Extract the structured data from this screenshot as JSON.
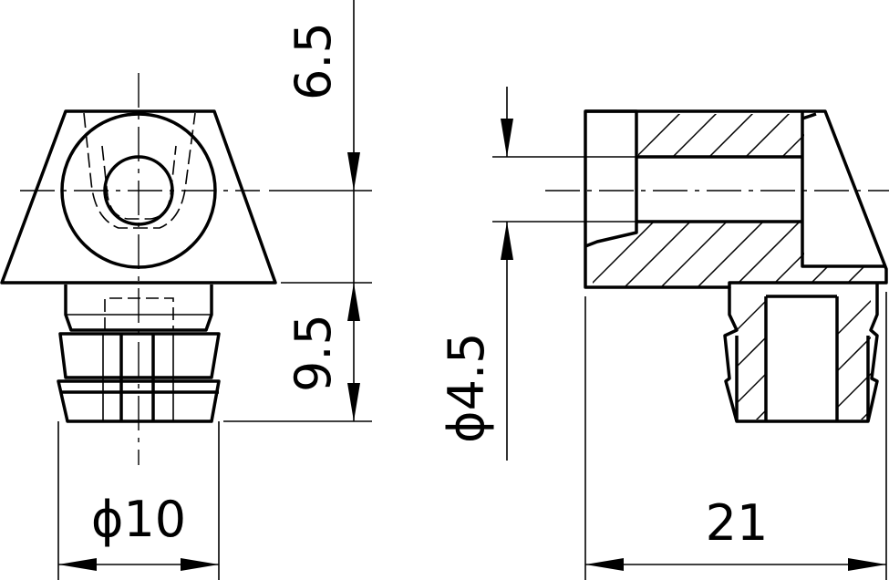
{
  "dimensions": {
    "top_height": "6.5",
    "lower_height": "9.5",
    "bore_diameter": "ϕ4.5",
    "base_diameter": "ϕ10",
    "total_length": "21"
  }
}
